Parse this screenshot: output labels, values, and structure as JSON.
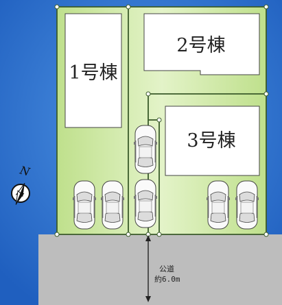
{
  "buildings": [
    {
      "label": "1号棟"
    },
    {
      "label": "2号棟"
    },
    {
      "label": "3号棟"
    }
  ],
  "road": {
    "title": "公道",
    "width": "約6.0m"
  },
  "compass": {
    "letter": "N",
    "icon": "north-arrow-icon"
  },
  "colors": {
    "sky": "#2a6fc9",
    "lot": "#cfe8a8",
    "road": "#bdbdbd",
    "building": "#ffffff",
    "boundary": "#3a5a2a"
  }
}
